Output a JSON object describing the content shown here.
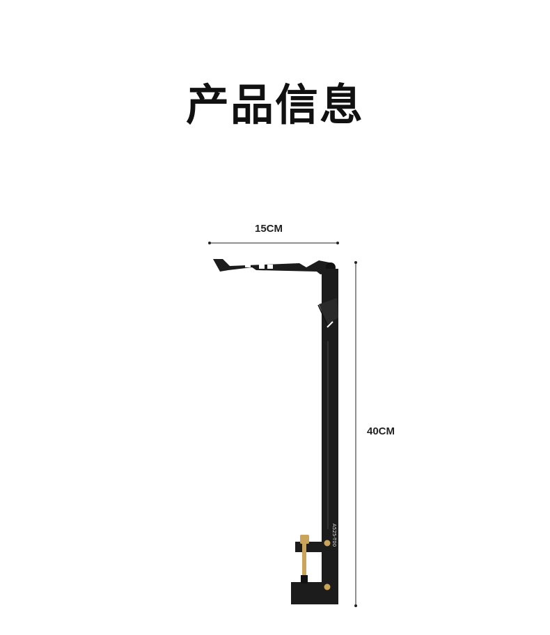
{
  "title": "产品信息",
  "dimensions": {
    "width_label": "15CM",
    "height_label": "40CM"
  },
  "product": {
    "marking": "A525-T00",
    "colors": {
      "body": "#1c1c1c",
      "brass": "#c9a45a"
    }
  }
}
